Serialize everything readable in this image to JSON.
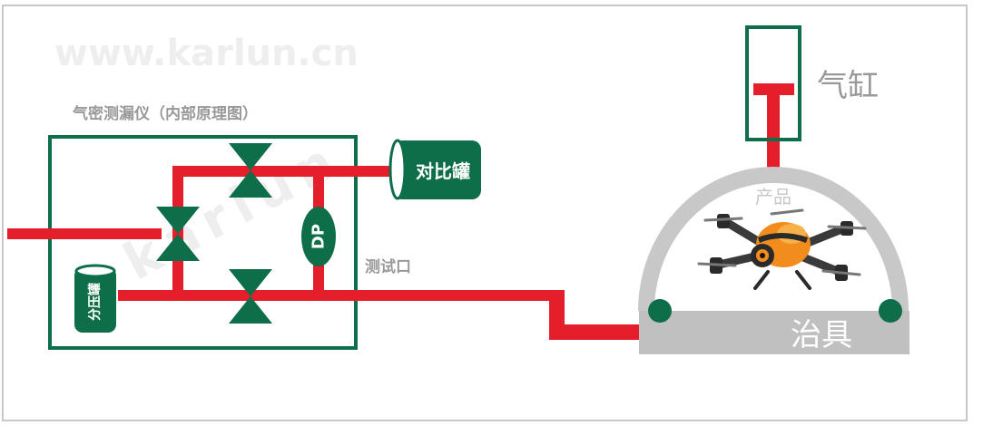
{
  "watermark": "www.karlun.cn",
  "watermark_diagonal": "karlun",
  "instrument_title": "气密测漏仪（内部原理图）",
  "reference_tank": "对比罐",
  "pressure_tank": "分压罐",
  "dp_sensor": "DP",
  "test_port": "测试口",
  "cylinder": "气缸",
  "product": "产品",
  "fixture": "治具",
  "colors": {
    "pipe": "#e41e2b",
    "component": "#0e6e4a",
    "dome": "#c8c8c8",
    "fixture_base": "#c0c0c0",
    "frame": "#c8c8c8",
    "label_gray": "#999999"
  }
}
